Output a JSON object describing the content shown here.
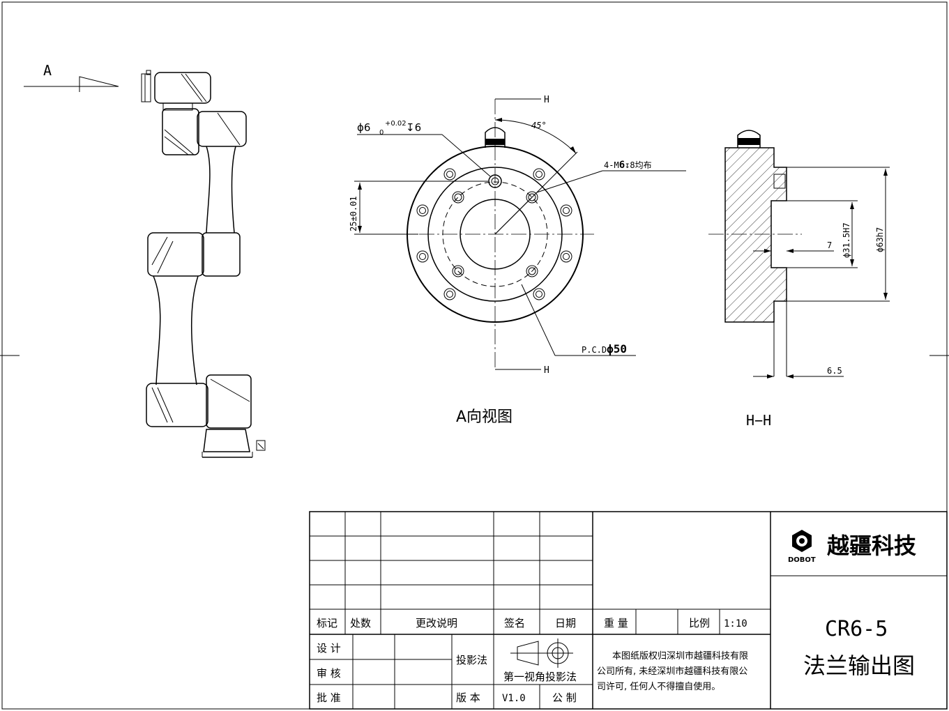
{
  "view_a": {
    "arrow_label": "A",
    "title": "A向视图",
    "dia_hole": "ϕ6",
    "dia_tol_upper": "+0.02",
    "dia_tol_lower": "0",
    "dia_depth": "↧6",
    "angle": "45°",
    "thread_prefix": "4-M",
    "thread_size": "6",
    "thread_suffix": "↧8均布",
    "vertical_dim": "25±0.01",
    "pcd_prefix": "P.C.D",
    "pcd_value": "ϕ50",
    "section_mark_top": "H",
    "section_mark_bottom": "H"
  },
  "section_hh": {
    "title": "H−H",
    "dim_7": "7",
    "dim_315": "ϕ31.5H7",
    "dim_63": "ϕ63h7",
    "dim_65": "6.5"
  },
  "title_block": {
    "headers": [
      "标记",
      "处数",
      "更改说明",
      "签名",
      "日期"
    ],
    "weight_label": "重 量",
    "scale_label": "比例",
    "scale_value": "1:10",
    "design_label": "设 计",
    "review_label": "审 核",
    "approve_label": "批 准",
    "projection_label": "投影法",
    "projection_name": "第一视角投影法",
    "version_label": "版 本",
    "version_value": "V1.0",
    "made_by": "公 制",
    "copyright_lines": [
      "本图纸版权归深圳市越疆科技有限",
      "公司所有, 未经深圳市越疆科技有限公",
      "司许可, 任何人不得擅自使用。"
    ],
    "company_cn": "越疆科技",
    "company_en": "DOBOT",
    "model": "CR6-5",
    "drawing_name": "法兰输出图"
  }
}
